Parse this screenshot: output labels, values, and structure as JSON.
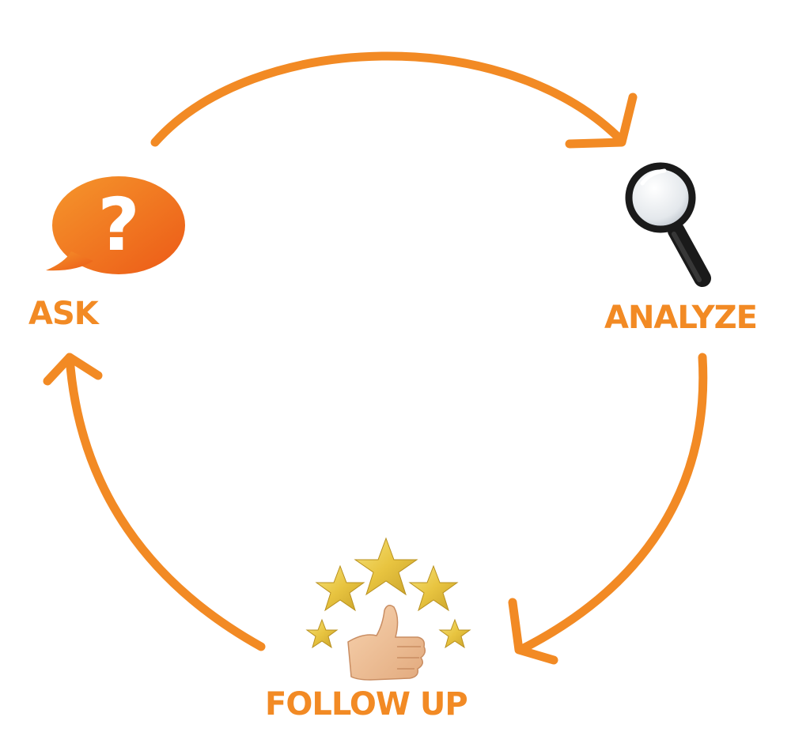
{
  "diagram": {
    "steps": [
      {
        "id": "ask",
        "label": "ASK",
        "icon": "question-speech-bubble-icon"
      },
      {
        "id": "analyze",
        "label": "ANALYZE",
        "icon": "magnifying-glass-icon"
      },
      {
        "id": "follow_up",
        "label": "FOLLOW UP",
        "icon": "thumbs-up-stars-icon"
      }
    ]
  },
  "colors": {
    "accent": "#f28a24",
    "bubble_dark": "#ec5a17",
    "star": "#e8c440",
    "skin": "#f0c29a"
  }
}
